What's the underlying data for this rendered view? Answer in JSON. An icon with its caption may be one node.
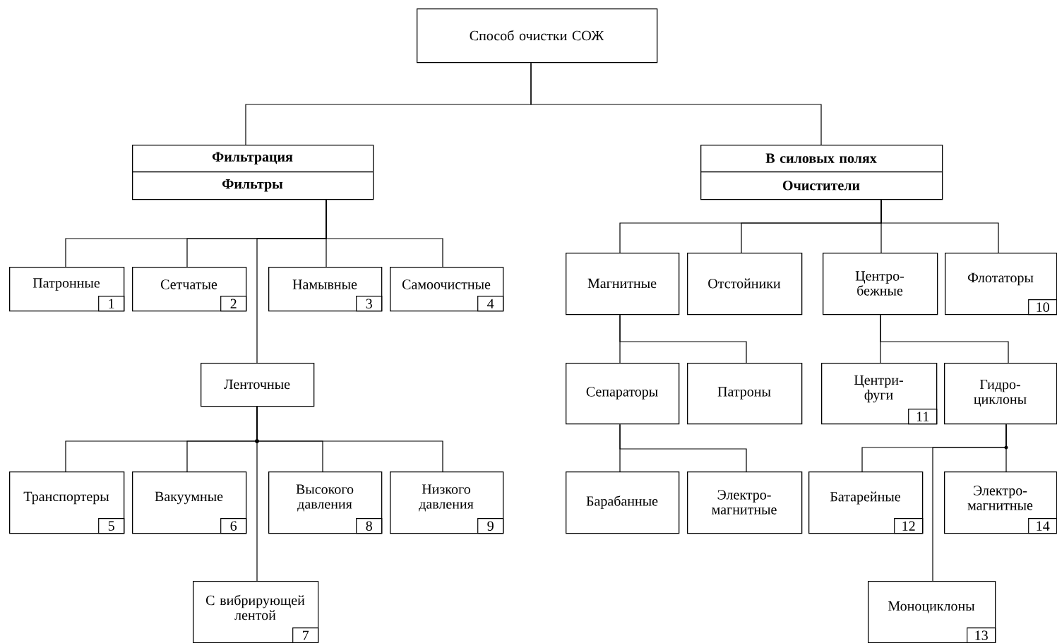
{
  "diagram": {
    "nodes": [
      {
        "text": [
          "Способ очистки СОЖ"
        ]
      },
      {
        "text": [
          "Фильтрация",
          "Фильтры"
        ]
      },
      {
        "text": [
          "В силовых полях",
          "Очистители"
        ]
      },
      {
        "text": [
          "Патронные",
          "1"
        ]
      },
      {
        "text": [
          "Сетчатые",
          "2"
        ]
      },
      {
        "text": [
          "Намывные",
          "3"
        ]
      },
      {
        "text": [
          "Самоочистные",
          "4"
        ]
      },
      {
        "text": [
          "Ленточные"
        ]
      },
      {
        "text": [
          "Транспортеры",
          "5"
        ]
      },
      {
        "text": [
          "Вакуумные",
          "6"
        ]
      },
      {
        "text": [
          "Высокого давления",
          "8"
        ]
      },
      {
        "text": [
          "Низкого давления",
          "9"
        ]
      },
      {
        "text": [
          "С вибрирующей лентой",
          "7"
        ]
      },
      {
        "text": [
          "Магнитные"
        ]
      },
      {
        "text": [
          "Отстойники"
        ]
      },
      {
        "text": [
          "Центро- бежные"
        ]
      },
      {
        "text": [
          "Флотаторы",
          "10"
        ]
      },
      {
        "text": [
          "Сепараторы"
        ]
      },
      {
        "text": [
          "Патроны"
        ]
      },
      {
        "text": [
          "Центри- фуги",
          "11"
        ]
      },
      {
        "text": [
          "Гидро- циклоны"
        ]
      },
      {
        "text": [
          "Барабанные"
        ]
      },
      {
        "text": [
          "Электро- магнитные"
        ]
      },
      {
        "text": [
          "Батарейные",
          "12"
        ]
      },
      {
        "text": [
          "Электро- магнитные",
          "14"
        ]
      },
      {
        "text": [
          "Моноциклоны",
          "13"
        ]
      }
    ],
    "edges": [
      {
        "from": 0,
        "to": 1,
        "arrow": "none"
      },
      {
        "from": 0,
        "to": 2,
        "arrow": "none"
      },
      {
        "from": 1,
        "to": 3,
        "arrow": "none"
      },
      {
        "from": 1,
        "to": 4,
        "arrow": "none"
      },
      {
        "from": 1,
        "to": 7,
        "arrow": "none"
      },
      {
        "from": 1,
        "to": 5,
        "arrow": "none"
      },
      {
        "from": 1,
        "to": 6,
        "arrow": "none"
      },
      {
        "from": 7,
        "to": 8,
        "arrow": "none"
      },
      {
        "from": 7,
        "to": 9,
        "arrow": "none"
      },
      {
        "from": 7,
        "to": 12,
        "arrow": "none"
      },
      {
        "from": 7,
        "to": 10,
        "arrow": "none"
      },
      {
        "from": 7,
        "to": 11,
        "arrow": "none"
      },
      {
        "from": 2,
        "to": 13,
        "arrow": "none"
      },
      {
        "from": 2,
        "to": 14,
        "arrow": "none"
      },
      {
        "from": 2,
        "to": 15,
        "arrow": "none"
      },
      {
        "from": 2,
        "to": 16,
        "arrow": "none"
      },
      {
        "from": 13,
        "to": 17,
        "arrow": "none"
      },
      {
        "from": 13,
        "to": 18,
        "arrow": "none"
      },
      {
        "from": 15,
        "to": 19,
        "arrow": "none"
      },
      {
        "from": 15,
        "to": 20,
        "arrow": "none"
      },
      {
        "from": 17,
        "to": 21,
        "arrow": "none"
      },
      {
        "from": 17,
        "to": 22,
        "arrow": "none"
      },
      {
        "from": 20,
        "to": 23,
        "arrow": "none"
      },
      {
        "from": 20,
        "to": 25,
        "arrow": "none"
      },
      {
        "from": 20,
        "to": 24,
        "arrow": "none"
      }
    ]
  }
}
